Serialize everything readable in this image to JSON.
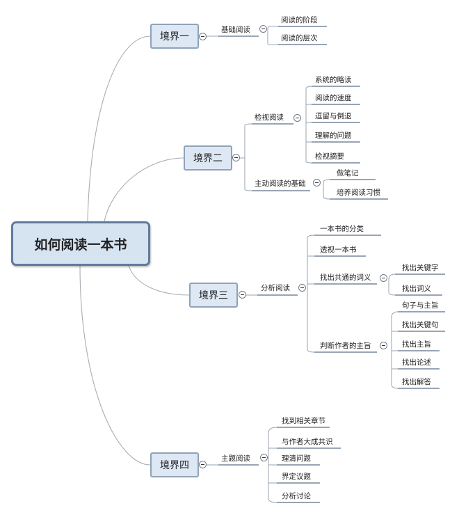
{
  "root": "如何阅读一本书",
  "realms": [
    {
      "label": "境界一",
      "branches": [
        {
          "label": "基础阅读",
          "items": [
            "阅读的阶段",
            "阅读的层次"
          ]
        }
      ]
    },
    {
      "label": "境界二",
      "branches": [
        {
          "label": "检视阅读",
          "items": [
            "系统的略读",
            "阅读的速度",
            "逗留与倒退",
            "理解的问题",
            "检视摘要"
          ]
        },
        {
          "label": "主动阅读的基础",
          "items": [
            "做笔记",
            "培养阅读习惯"
          ]
        }
      ]
    },
    {
      "label": "境界三",
      "branches": [
        {
          "label": "分析阅读",
          "items": [
            {
              "label": "一本书的分类"
            },
            {
              "label": "透视一本书"
            },
            {
              "label": "找出共通的词义",
              "items": [
                "找出关键字",
                "找出词义"
              ]
            },
            {
              "label": "判断作者的主旨",
              "items": [
                "句子与主旨",
                "找出关键句",
                "找出主旨",
                "找出论述",
                "找出解答"
              ]
            }
          ]
        }
      ]
    },
    {
      "label": "境界四",
      "branches": [
        {
          "label": "主题阅读",
          "items": [
            "找到相关章节",
            "与作者大成共识",
            "理清问题",
            "界定议题",
            "分析讨论"
          ]
        }
      ]
    }
  ]
}
